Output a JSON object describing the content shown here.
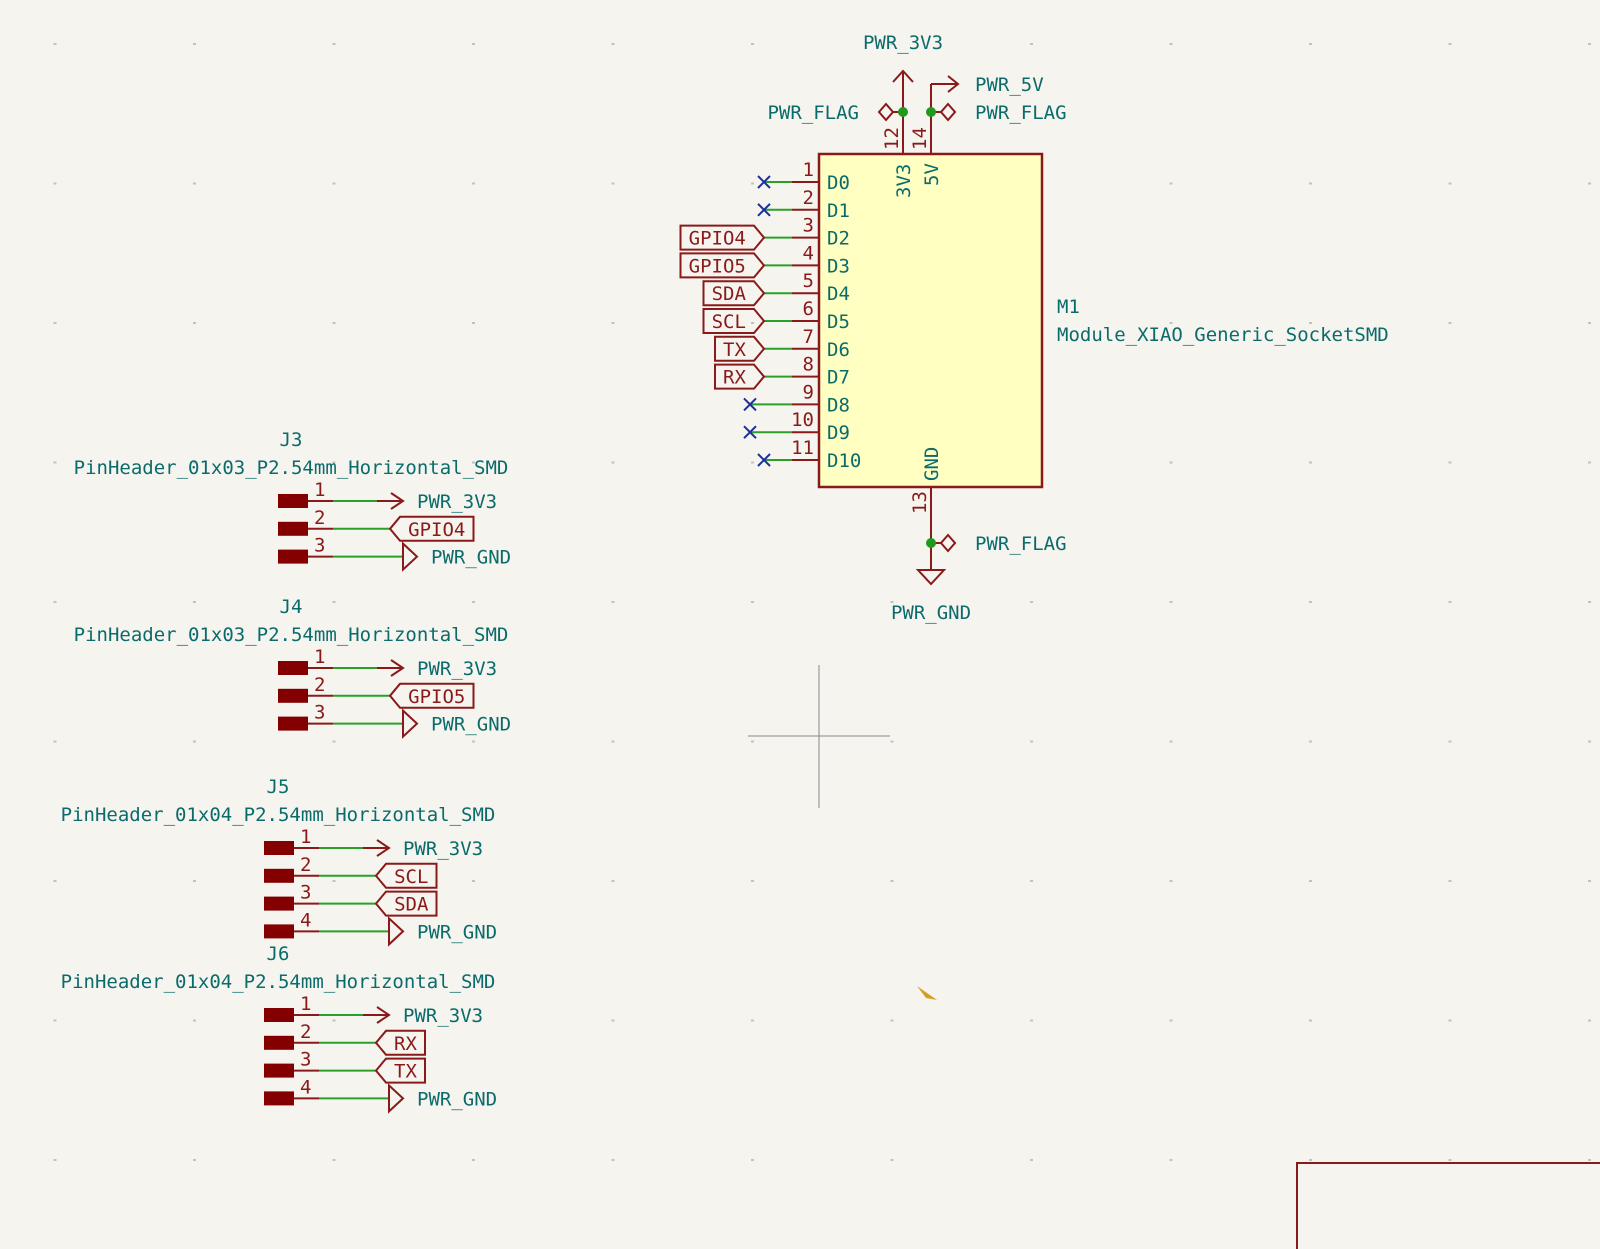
{
  "colors": {
    "background": "#f5f4ef",
    "body_fill": "#ffffc2",
    "symbol": "#8a1a1a",
    "wire": "#2aa02a",
    "junction": "#1f9a1f",
    "text": "#0b6b6b",
    "no_connect": "#1a2fa0",
    "pad": "#840000",
    "cursor": "#d4a020"
  },
  "module": {
    "ref": "M1",
    "value": "Module_XIAO_Generic_SocketSMD",
    "left_pins": [
      {
        "num": "1",
        "name": "D0",
        "net": null
      },
      {
        "num": "2",
        "name": "D1",
        "net": null
      },
      {
        "num": "3",
        "name": "D2",
        "net": "GPIO4"
      },
      {
        "num": "4",
        "name": "D3",
        "net": "GPIO5"
      },
      {
        "num": "5",
        "name": "D4",
        "net": "SDA"
      },
      {
        "num": "6",
        "name": "D5",
        "net": "SCL"
      },
      {
        "num": "7",
        "name": "D6",
        "net": "TX"
      },
      {
        "num": "8",
        "name": "D7",
        "net": "RX"
      },
      {
        "num": "9",
        "name": "D8",
        "net": null
      },
      {
        "num": "10",
        "name": "D9",
        "net": null
      },
      {
        "num": "11",
        "name": "D10",
        "net": null
      }
    ],
    "top_pins": [
      {
        "num": "12",
        "name": "3V3",
        "net": "PWR_3V3"
      },
      {
        "num": "14",
        "name": "5V",
        "net": "PWR_5V"
      }
    ],
    "bottom_pin": {
      "num": "13",
      "name": "GND",
      "net": "PWR_GND"
    },
    "power_flags": [
      "PWR_FLAG",
      "PWR_FLAG",
      "PWR_FLAG"
    ]
  },
  "headers": [
    {
      "ref": "J3",
      "value": "PinHeader_01x03_P2.54mm_Horizontal_SMD",
      "pins": [
        {
          "num": "1",
          "net": "PWR_3V3",
          "kind": "power"
        },
        {
          "num": "2",
          "net": "GPIO4",
          "kind": "global"
        },
        {
          "num": "3",
          "net": "PWR_GND",
          "kind": "gnd"
        }
      ]
    },
    {
      "ref": "J4",
      "value": "PinHeader_01x03_P2.54mm_Horizontal_SMD",
      "pins": [
        {
          "num": "1",
          "net": "PWR_3V3",
          "kind": "power"
        },
        {
          "num": "2",
          "net": "GPIO5",
          "kind": "global"
        },
        {
          "num": "3",
          "net": "PWR_GND",
          "kind": "gnd"
        }
      ]
    },
    {
      "ref": "J5",
      "value": "PinHeader_01x04_P2.54mm_Horizontal_SMD",
      "pins": [
        {
          "num": "1",
          "net": "PWR_3V3",
          "kind": "power"
        },
        {
          "num": "2",
          "net": "SCL",
          "kind": "global"
        },
        {
          "num": "3",
          "net": "SDA",
          "kind": "global"
        },
        {
          "num": "4",
          "net": "PWR_GND",
          "kind": "gnd"
        }
      ]
    },
    {
      "ref": "J6",
      "value": "PinHeader_01x04_P2.54mm_Horizontal_SMD",
      "pins": [
        {
          "num": "1",
          "net": "PWR_3V3",
          "kind": "power"
        },
        {
          "num": "2",
          "net": "RX",
          "kind": "global"
        },
        {
          "num": "3",
          "net": "TX",
          "kind": "global"
        },
        {
          "num": "4",
          "net": "PWR_GND",
          "kind": "gnd"
        }
      ]
    }
  ],
  "icons": [
    "crosshair-cursor-icon",
    "mouse-pointer-icon"
  ]
}
